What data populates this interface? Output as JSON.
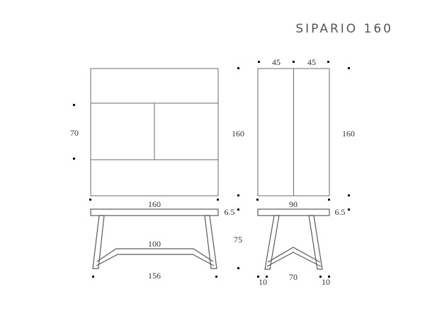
{
  "title": "SIPARIO 160",
  "front_view": {
    "overall_height": "160",
    "compartment_height": "70",
    "overall_width": "160"
  },
  "side_view": {
    "door_left_width": "45",
    "door_right_width": "45",
    "overall_height": "160",
    "overall_depth": "90"
  },
  "table_front": {
    "top_thickness": "6.5",
    "crossbar_length": "100",
    "height": "75",
    "base_span": "156"
  },
  "table_side": {
    "top_thickness": "6.5",
    "base_span": "70",
    "left_leg_offset": "10",
    "right_leg_offset": "10"
  }
}
